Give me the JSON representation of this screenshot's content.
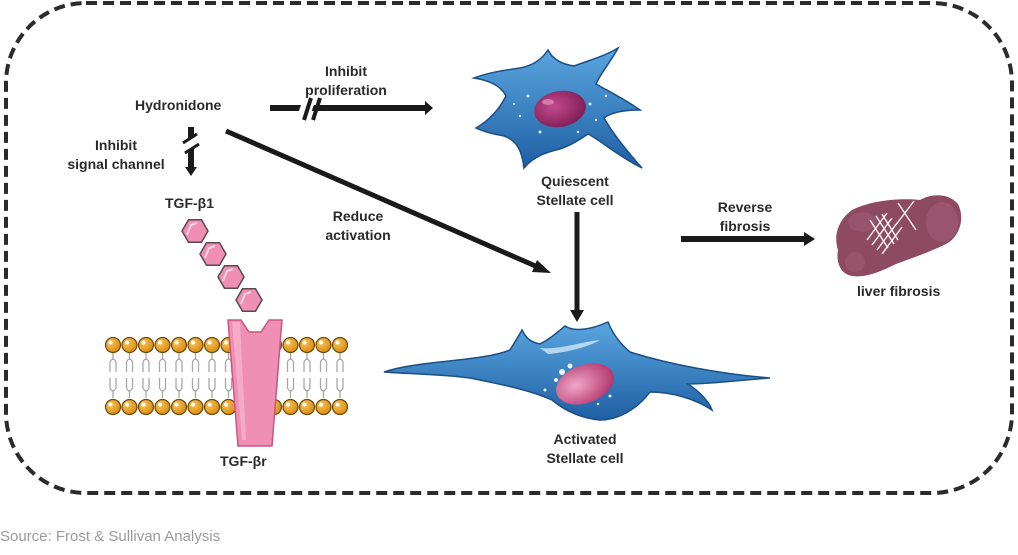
{
  "diagram": {
    "title": "Hydronidone mechanism of action in liver fibrosis",
    "nodes": {
      "drug": "Hydronidone",
      "ligand": "TGF-β1",
      "receptor": "TGF-βr",
      "quiescent_cell": [
        "Quiescent",
        "Stellate cell"
      ],
      "activated_cell": [
        "Activated",
        "Stellate cell"
      ],
      "liver": "liver fibrosis"
    },
    "edges": [
      {
        "from": "Hydronidone",
        "to": "TGF-β1",
        "label": [
          "Inhibit",
          "signal channel"
        ],
        "type": "inhibited-arrow"
      },
      {
        "from": "Hydronidone",
        "to": "Quiescent Stellate cell",
        "label": [
          "Inhibit",
          "proliferation"
        ],
        "type": "inhibited-arrow"
      },
      {
        "from": "Hydronidone",
        "to": "Activated Stellate cell",
        "label": [
          "Reduce",
          "activation"
        ],
        "type": "arrow"
      },
      {
        "from": "Quiescent Stellate cell",
        "to": "Activated Stellate cell",
        "label": [],
        "type": "arrow"
      },
      {
        "from": "Activated Stellate cell",
        "to": "liver fibrosis",
        "label": [
          "Reverse",
          "fibrosis"
        ],
        "type": "arrow"
      }
    ],
    "colors": {
      "border": "#2b2b2b",
      "arrow": "#1a1a1a",
      "ligand_pink": "#ee8fb3",
      "membrane_head": "#e8a21a",
      "cell_blue": "#3a86c8",
      "nucleus": "#9c2a6e",
      "liver": "#8d4a60"
    }
  },
  "labels": {
    "drug": "Hydronidone",
    "inhibit_signal_1": "Inhibit",
    "inhibit_signal_2": "signal channel",
    "inhibit_prolif_1": "Inhibit",
    "inhibit_prolif_2": "proliferation",
    "reduce_1": "Reduce",
    "reduce_2": "activation",
    "tgfb1": "TGF-β1",
    "tgfbr": "TGF-βr",
    "quiescent_1": "Quiescent",
    "quiescent_2": "Stellate cell",
    "activated_1": "Activated",
    "activated_2": "Stellate cell",
    "reverse_1": "Reverse",
    "reverse_2": "fibrosis",
    "liver": "liver fibrosis"
  },
  "source": "Source: Frost & Sullivan Analysis"
}
